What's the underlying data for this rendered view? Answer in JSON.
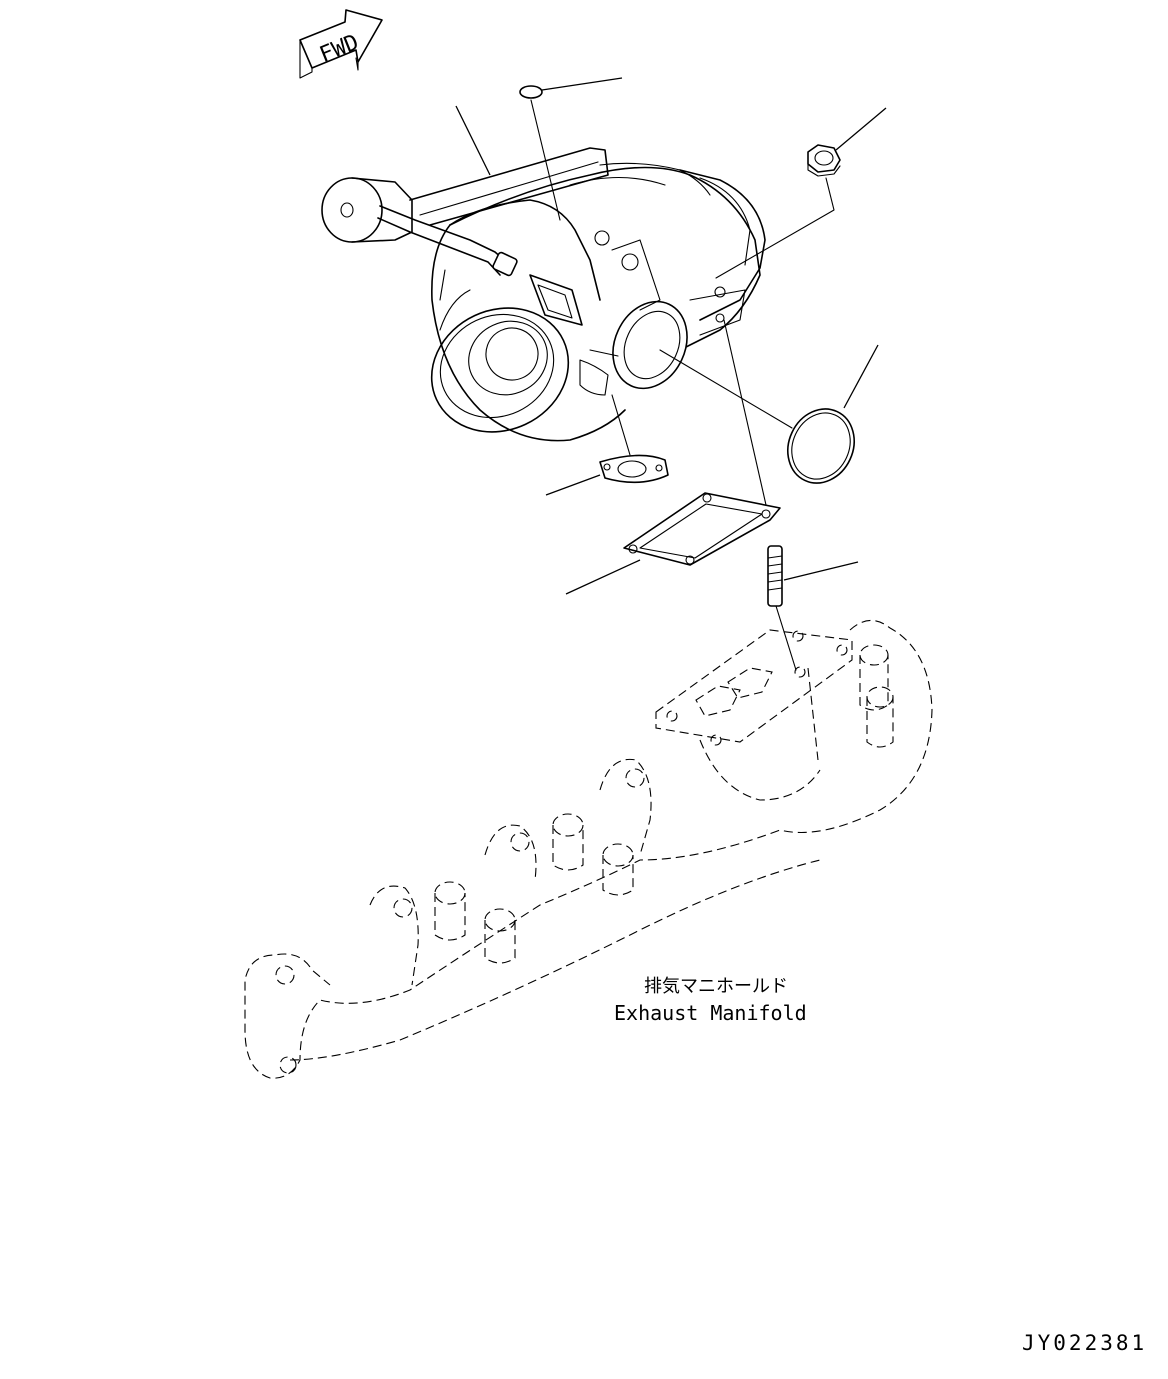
{
  "direction_marker": {
    "text": "FWD"
  },
  "manifold_label": {
    "japanese": "排気マニホールド",
    "english": "Exhaust Manifold"
  },
  "drawing_code": "JY022381",
  "parts": [
    {
      "name": "turbocharger"
    },
    {
      "name": "small-o-ring"
    },
    {
      "name": "flange-nut"
    },
    {
      "name": "large-o-ring"
    },
    {
      "name": "oil-drain-gasket"
    },
    {
      "name": "turbo-flange-gasket"
    },
    {
      "name": "stud-bolt"
    },
    {
      "name": "exhaust-manifold"
    }
  ]
}
